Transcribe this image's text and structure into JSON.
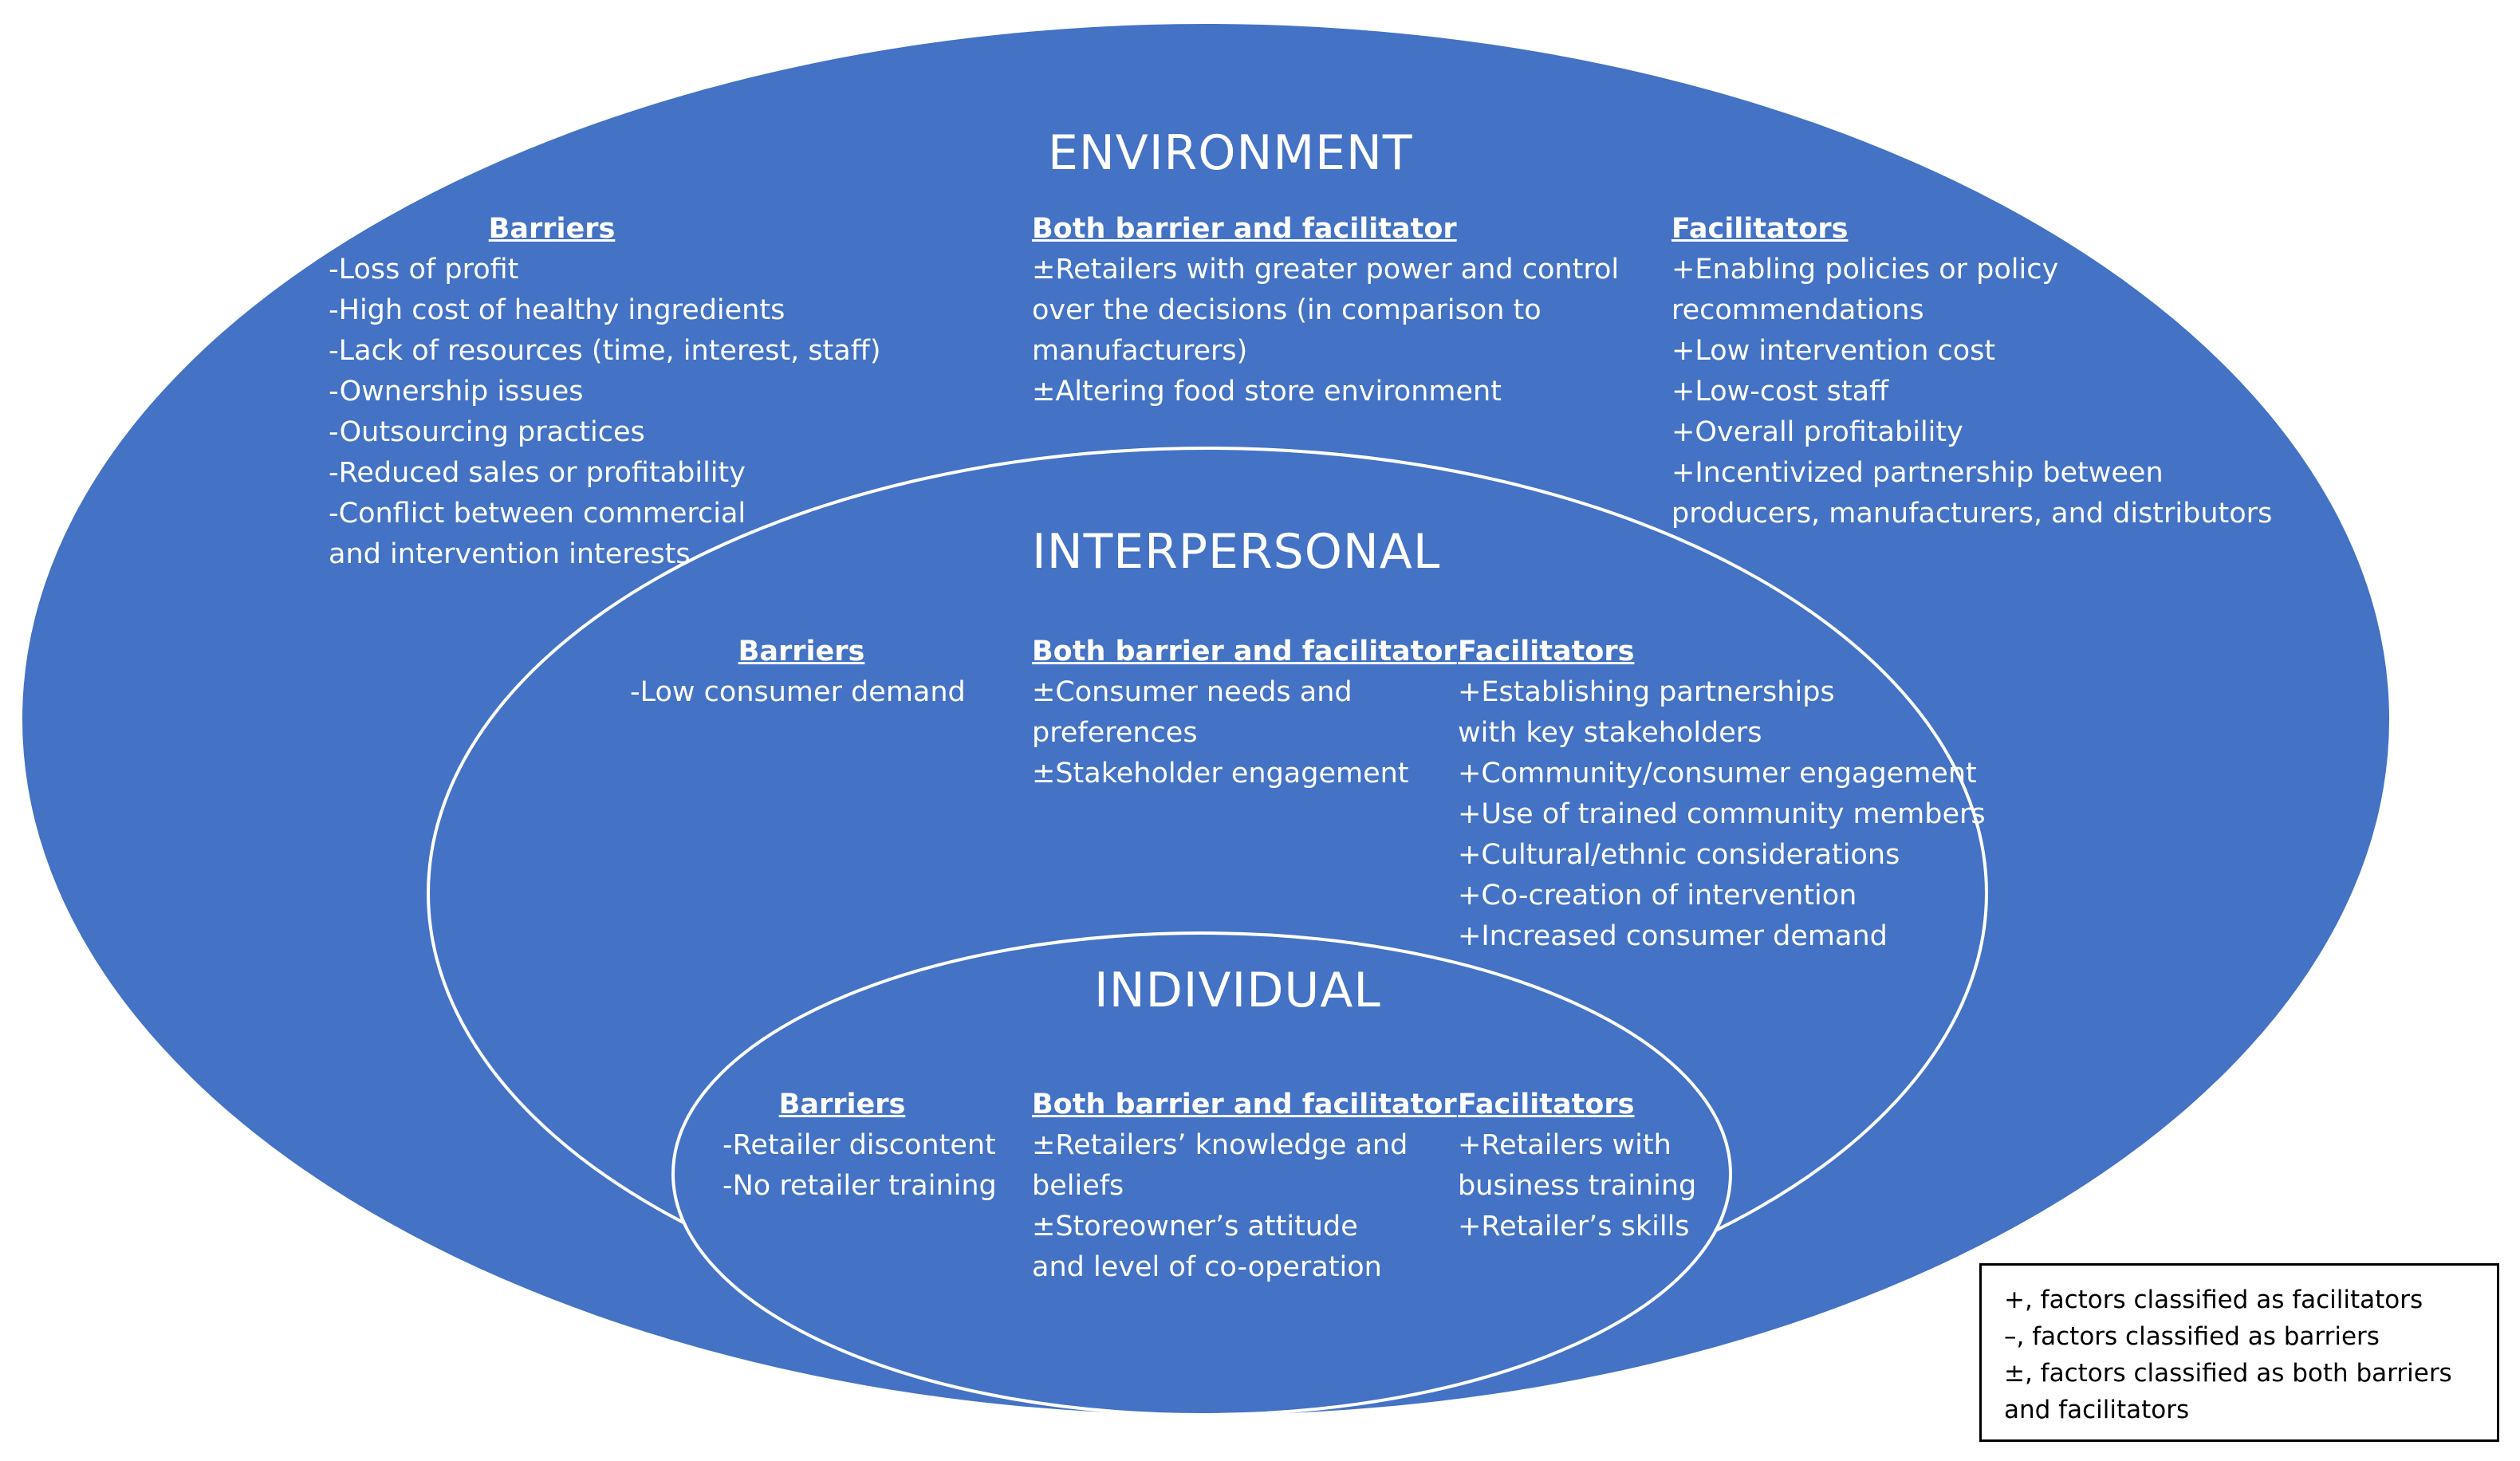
{
  "colors": {
    "fill": "#4472c4",
    "line": "#ffffff",
    "text": "#ffffff"
  },
  "environment": {
    "title": "ENVIRONMENT",
    "barriers": {
      "heading": "Barriers",
      "items": [
        "-Loss of profit",
        "-High cost of healthy ingredients",
        "-Lack of resources (time, interest, staff)",
        "-Ownership issues",
        "-Outsourcing practices",
        "-Reduced sales or profitability",
        "-Conflict between commercial",
        "and intervention interests"
      ]
    },
    "both": {
      "heading": "Both barrier and facilitator",
      "items": [
        "±Retailers with greater power and control",
        "over the decisions (in comparison to",
        "manufacturers)",
        "±Altering food store environment"
      ]
    },
    "facilitators": {
      "heading": "Facilitators",
      "items": [
        "+Enabling policies or policy",
        "recommendations",
        "+Low intervention cost",
        "+Low-cost staff",
        "+Overall profitability",
        "+Incentivized partnership between",
        "producers, manufacturers, and distributors"
      ]
    }
  },
  "interpersonal": {
    "title": "INTERPERSONAL",
    "barriers": {
      "heading": "Barriers",
      "items": [
        "-Low consumer demand"
      ]
    },
    "both": {
      "heading": "Both barrier and facilitator",
      "items": [
        "±Consumer needs and",
        "preferences",
        "±Stakeholder engagement"
      ]
    },
    "facilitators": {
      "heading": "Facilitators",
      "items": [
        "+Establishing partnerships",
        "with key stakeholders",
        "+Community/consumer engagement",
        "+Use of trained community members",
        "+Cultural/ethnic considerations",
        "+Co-creation of intervention",
        "+Increased consumer demand"
      ]
    }
  },
  "individual": {
    "title": "INDIVIDUAL",
    "barriers": {
      "heading": "Barriers",
      "items": [
        "-Retailer discontent",
        "-No retailer training"
      ]
    },
    "both": {
      "heading": "Both barrier and facilitator",
      "items": [
        "±Retailers’ knowledge and",
        "beliefs",
        "±Storeowner’s attitude",
        "and level of co-operation"
      ]
    },
    "facilitators": {
      "heading": "Facilitators",
      "items": [
        "+Retailers with",
        "business training",
        "+Retailer’s skills"
      ]
    }
  },
  "legend": {
    "items": [
      "+, factors classified as facilitators",
      "–, factors classified as barriers",
      "±, factors classified as both barriers",
      "and facilitators"
    ]
  }
}
